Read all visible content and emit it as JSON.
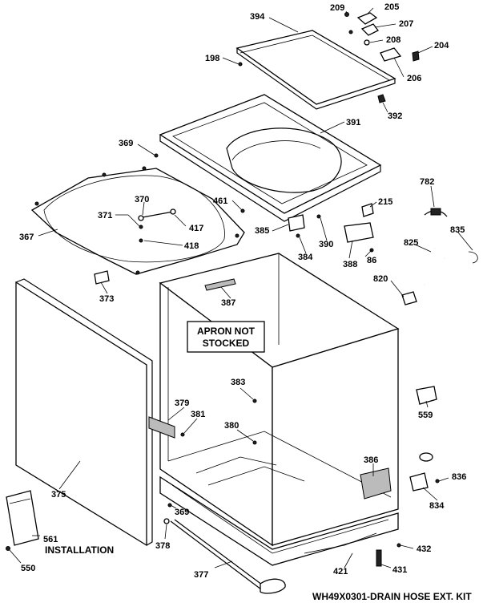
{
  "callouts": {
    "c394": "394",
    "c209": "209",
    "c205": "205",
    "c207": "207",
    "c208": "208",
    "c204": "204",
    "c206": "206",
    "c198": "198",
    "c392": "392",
    "c391": "391",
    "c369a": "369",
    "c782": "782",
    "c215": "215",
    "c461": "461",
    "c370": "370",
    "c371": "371",
    "c417": "417",
    "c418": "418",
    "c367": "367",
    "c385": "385",
    "c390": "390",
    "c825": "825",
    "c835": "835",
    "c384": "384",
    "c388": "388",
    "c86": "86",
    "c820": "820",
    "c373": "373",
    "c387": "387",
    "c383": "383",
    "c379": "379",
    "c381": "381",
    "c380": "380",
    "c559": "559",
    "c386": "386",
    "c836": "836",
    "c834": "834",
    "c375": "375",
    "c369b": "369",
    "c378": "378",
    "c561": "561",
    "c550": "550",
    "c432": "432",
    "c377": "377",
    "c421": "421",
    "c431": "431"
  },
  "notes": {
    "apron_line1": "APRON NOT",
    "apron_line2": "STOCKED",
    "installation": "INSTALLATION",
    "footer": "WH49X0301-DRAIN HOSE EXT. KIT"
  }
}
